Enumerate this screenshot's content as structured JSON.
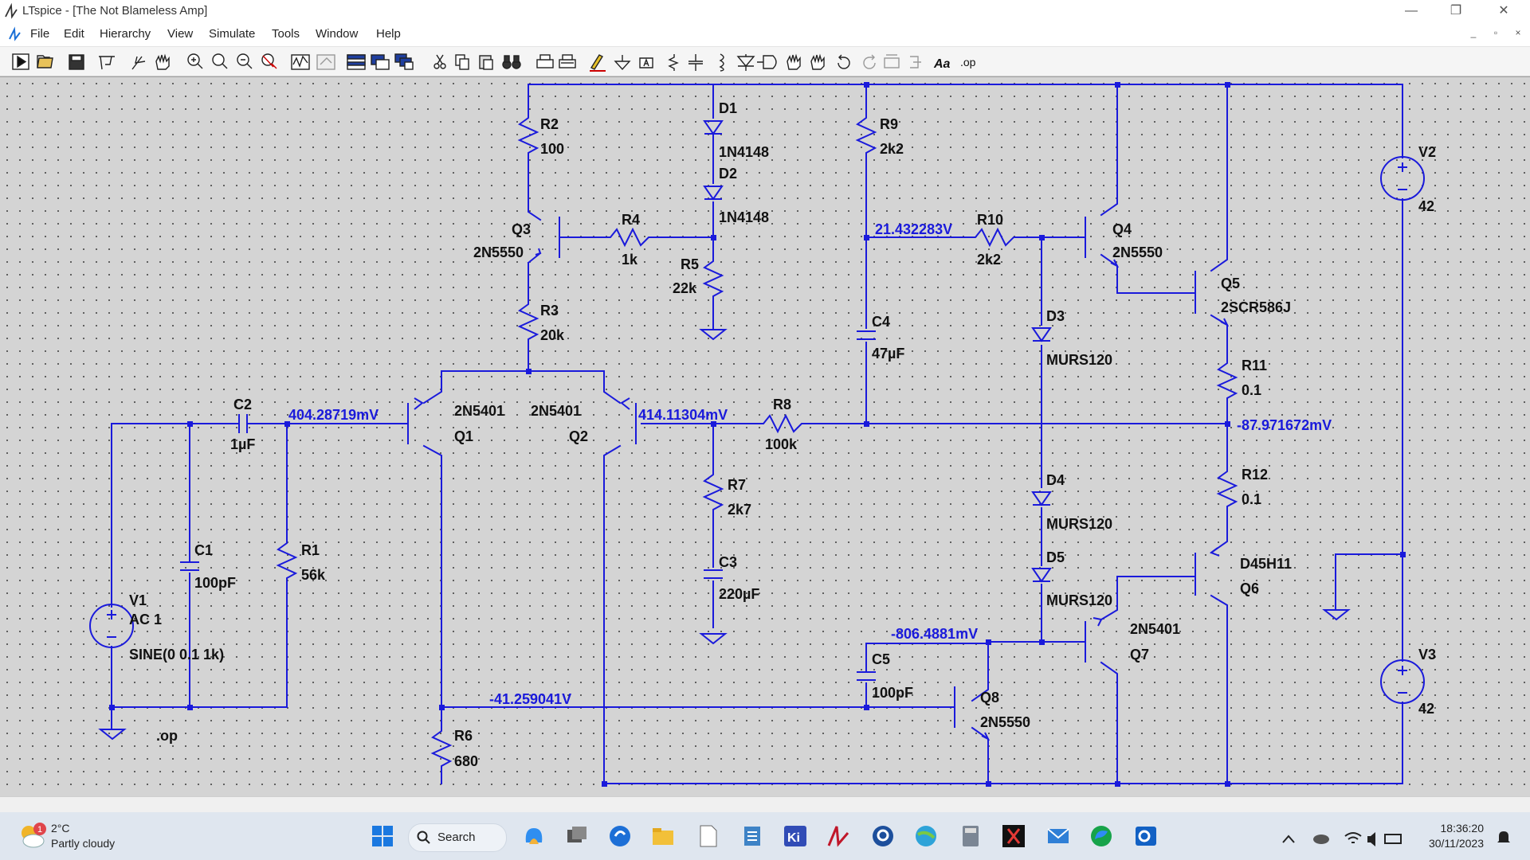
{
  "window": {
    "title": "LTspice - [The Not Blameless Amp]",
    "controls": {
      "minimize": "—",
      "restore": "❐",
      "close": "✕"
    }
  },
  "menu": {
    "items": [
      "File",
      "Edit",
      "Hierarchy",
      "View",
      "Simulate",
      "Tools",
      "Window",
      "Help"
    ]
  },
  "toolbar": {
    "buttons": [
      "run",
      "open",
      "save",
      "control-panel",
      "halt",
      "pan",
      "zoom-in",
      "zoom-full",
      "zoom-out",
      "zoom-cancel",
      "waveform",
      "spice-directive",
      "tile-horizontal",
      "tile-vertical",
      "cascade",
      "cut",
      "copy",
      "paste",
      "find",
      "print-setup",
      "print",
      "draw-wire",
      "ground",
      "label-net",
      "resistor",
      "capacitor",
      "inductor",
      "diode",
      "component",
      "move",
      "drag",
      "undo",
      "redo",
      "rotate",
      "mirror",
      "text",
      "spice-op"
    ],
    "op_label": ".op"
  },
  "schematic": {
    "components": {
      "R2": {
        "ref": "R2",
        "value": "100"
      },
      "D1": {
        "ref": "D1",
        "value": "1N4148"
      },
      "D2": {
        "ref": "D2",
        "value": "1N4148"
      },
      "R9": {
        "ref": "R9",
        "value": "2k2"
      },
      "V2": {
        "ref": "V2",
        "value": "42"
      },
      "Q3": {
        "ref": "Q3",
        "value": "2N5550"
      },
      "R4": {
        "ref": "R4",
        "value": "1k"
      },
      "R5": {
        "ref": "R5",
        "value": "22k"
      },
      "R10": {
        "ref": "R10",
        "value": "2k2"
      },
      "Q4": {
        "ref": "Q4",
        "value": "2N5550"
      },
      "Q5": {
        "ref": "Q5",
        "value": "2SCR586J"
      },
      "R3": {
        "ref": "R3",
        "value": "20k"
      },
      "C4": {
        "ref": "C4",
        "value": "47µF"
      },
      "D3": {
        "ref": "D3",
        "value": "MURS120"
      },
      "R11": {
        "ref": "R11",
        "value": "0.1"
      },
      "C2": {
        "ref": "C2",
        "value": "1µF"
      },
      "Q1": {
        "ref": "Q1",
        "value": "2N5401"
      },
      "Q2": {
        "ref": "Q2",
        "value": "2N5401"
      },
      "R8": {
        "ref": "R8",
        "value": "100k"
      },
      "R7": {
        "ref": "R7",
        "value": "2k7"
      },
      "D4": {
        "ref": "D4",
        "value": "MURS120"
      },
      "R12": {
        "ref": "R12",
        "value": "0.1"
      },
      "C1": {
        "ref": "C1",
        "value": "100pF"
      },
      "R1": {
        "ref": "R1",
        "value": "56k"
      },
      "C3": {
        "ref": "C3",
        "value": "220µF"
      },
      "D5": {
        "ref": "D5",
        "value": "MURS120"
      },
      "Q6": {
        "ref": "Q6",
        "value": "D45H11"
      },
      "V1": {
        "ref": "V1",
        "value": "AC 1",
        "spec": "SINE(0 0.1 1k)"
      },
      "Q7": {
        "ref": "Q7",
        "value": "2N5401"
      },
      "V3": {
        "ref": "V3",
        "value": "42"
      },
      "C5": {
        "ref": "C5",
        "value": "100pF"
      },
      "Q8": {
        "ref": "Q8",
        "value": "2N5550"
      },
      "R6": {
        "ref": "R6",
        "value": "680"
      }
    },
    "voltages": {
      "n1": "404.28719mV",
      "n2": "414.11304mV",
      "n3": "21.432283V",
      "n4": "-87.971672mV",
      "n5": "-806.4881mV",
      "n6": "-41.259041V"
    },
    "directive": ".op"
  },
  "taskbar": {
    "weather": {
      "temp": "2°C",
      "desc": "Partly cloudy",
      "badge": "1"
    },
    "search": "Search",
    "clock": {
      "time": "18:36:20",
      "date": "30/11/2023"
    }
  },
  "colors": {
    "wire": "#1a1adb",
    "node_label": "#1a1adb",
    "text": "#111111",
    "canvas": "#d4d4d4"
  }
}
